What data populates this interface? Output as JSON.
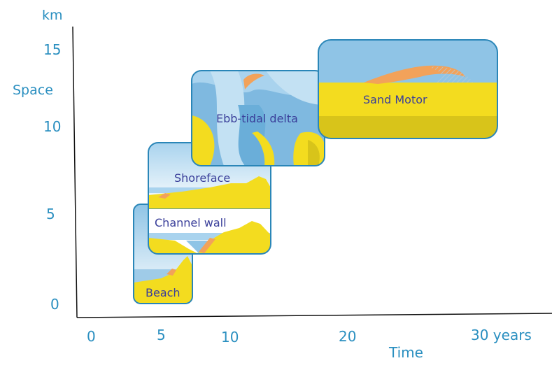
{
  "axes": {
    "y_unit": "km",
    "y_label": "Space",
    "y_ticks": [
      "15",
      "10",
      "5",
      "0"
    ],
    "x_label": "Time",
    "x_ticks": [
      "0",
      "5",
      "10",
      "20",
      "30 years"
    ]
  },
  "panels": {
    "beach": "Beach",
    "channel_wall": "Channel wall",
    "shoreface": "Shoreface",
    "ebb_tidal_delta": "Ebb-tidal delta",
    "sand_motor": "Sand Motor"
  },
  "colors": {
    "axis_text": "#2a8fc0",
    "panel_border": "#2a86b8",
    "sand": "#f3dc1f",
    "sand_dark": "#d8c41a",
    "water": "#8fc4e6",
    "orange": "#f2a25a",
    "label": "#3a3f9a"
  }
}
